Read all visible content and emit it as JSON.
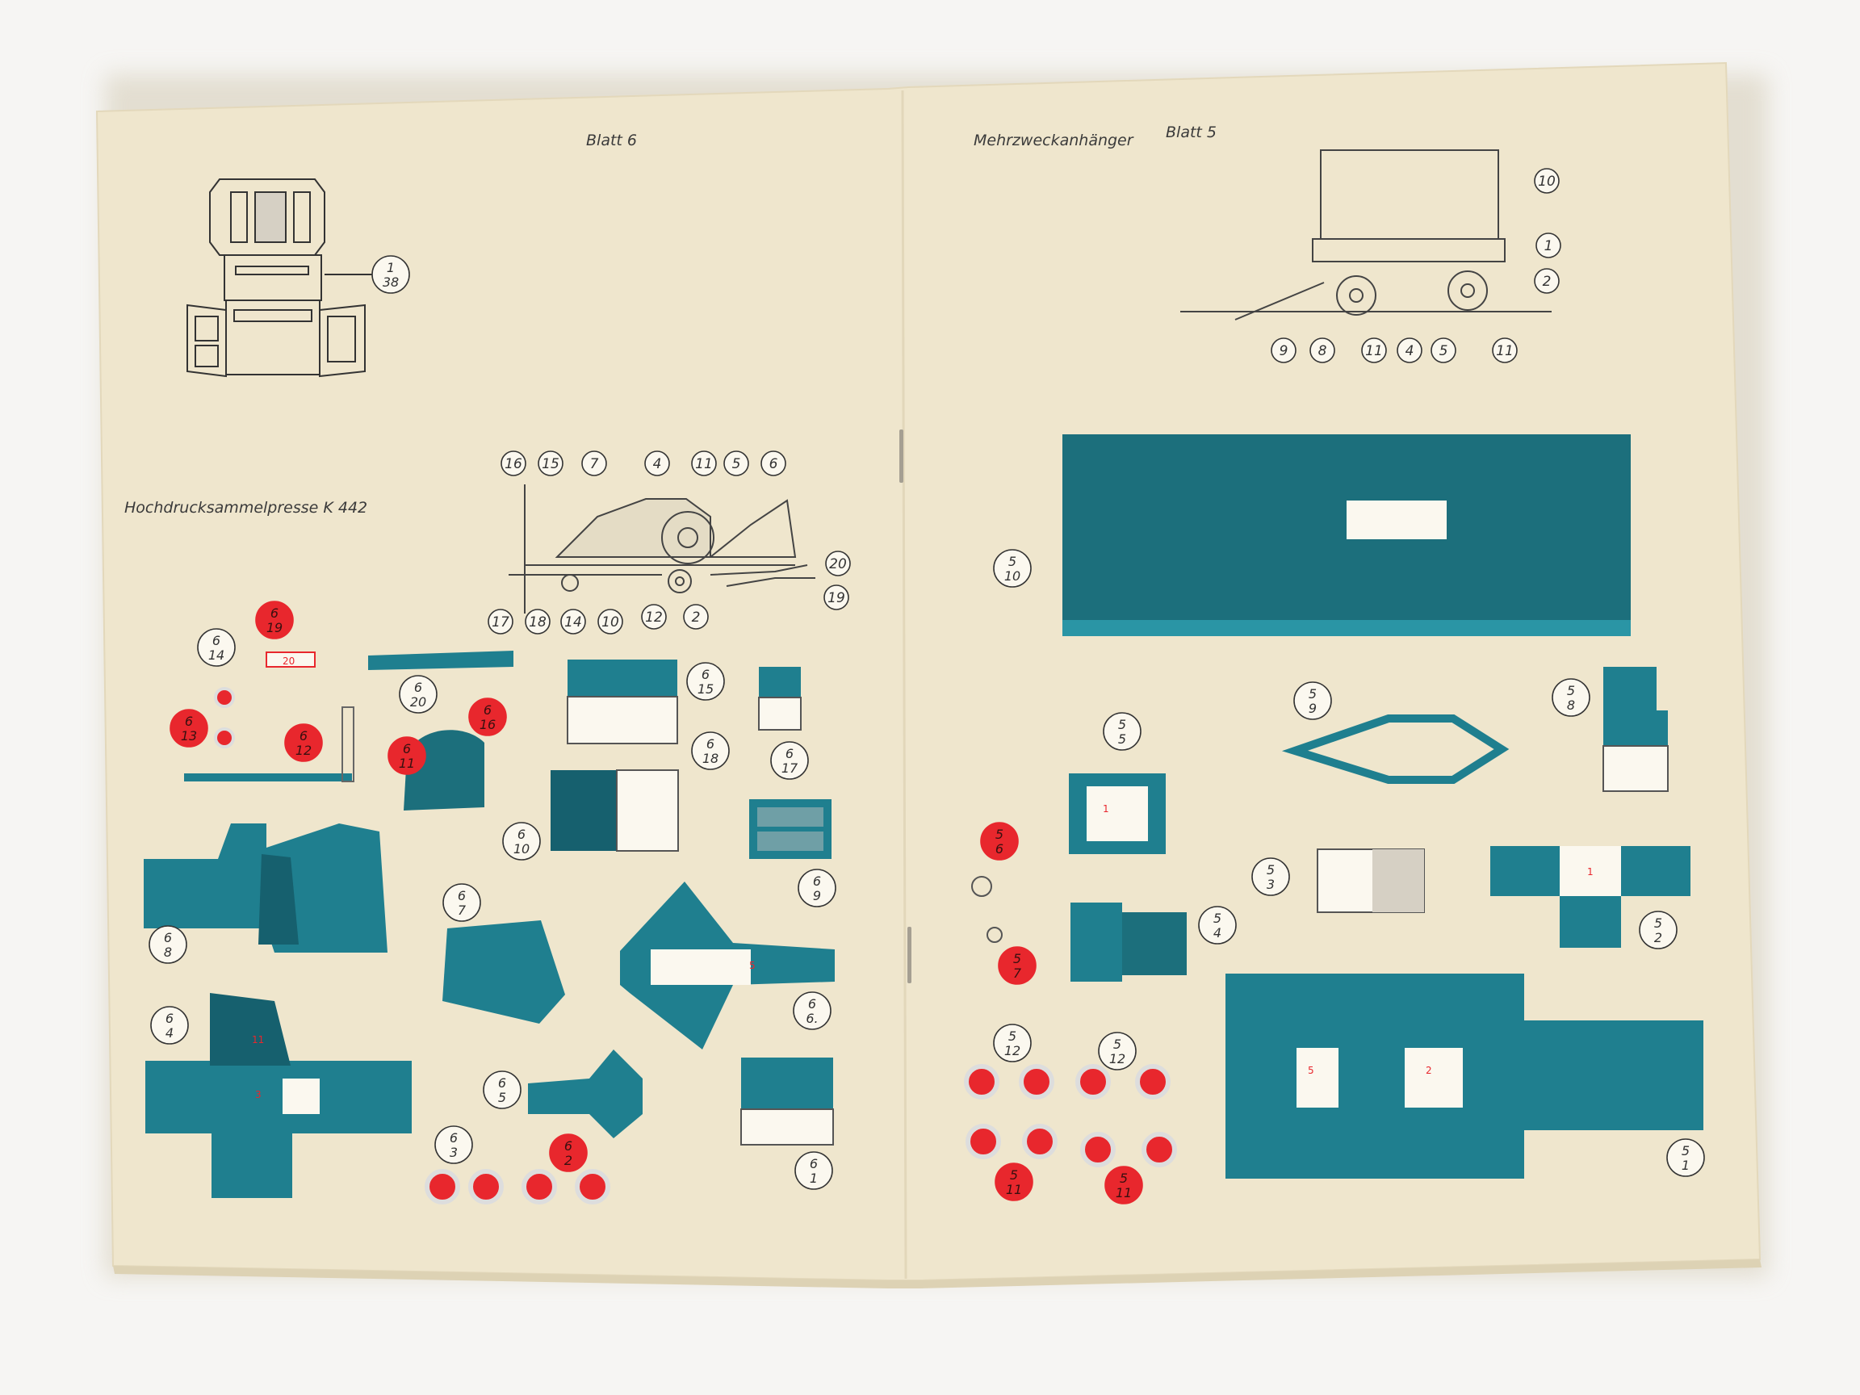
{
  "left_page": {
    "sheet_label": "Blatt 6",
    "model_title": "Hochdrucksammelpresse K 442",
    "assembly_callouts": [
      "16",
      "15",
      "7",
      "4",
      "11",
      "5",
      "6",
      "20",
      "19",
      "17",
      "18",
      "14",
      "10",
      "12",
      "2"
    ],
    "cab_callout": [
      "1",
      "38"
    ],
    "part_numbers": [
      [
        "6",
        "19"
      ],
      [
        "6",
        "14"
      ],
      [
        "6",
        "13"
      ],
      [
        "6",
        "12"
      ],
      [
        "6",
        "20"
      ],
      [
        "6",
        "16"
      ],
      [
        "6",
        "11"
      ],
      [
        "6",
        "15"
      ],
      [
        "6",
        "18"
      ],
      [
        "6",
        "17"
      ],
      [
        "6",
        "10"
      ],
      [
        "6",
        "9"
      ],
      [
        "6",
        "8"
      ],
      [
        "6",
        "7"
      ],
      [
        "6",
        "6."
      ],
      [
        "6",
        "4"
      ],
      [
        "6",
        "5"
      ],
      [
        "6",
        "3"
      ],
      [
        "6",
        "2"
      ],
      [
        "6",
        "1"
      ]
    ],
    "small_marks": {
      "strip_20": "20",
      "wing_11": "11",
      "body_5": "5",
      "body_3": "3"
    }
  },
  "right_page": {
    "model_title": "Mehrzweckanhänger",
    "sheet_label": "Blatt 5",
    "assembly_callouts": [
      "10",
      "1",
      "2",
      "9",
      "8",
      "11",
      "4",
      "5",
      "11"
    ],
    "part_numbers": [
      [
        "5",
        "10"
      ],
      [
        "5",
        "9"
      ],
      [
        "5",
        "8"
      ],
      [
        "5",
        "5"
      ],
      [
        "5",
        "6"
      ],
      [
        "5",
        "3"
      ],
      [
        "5",
        "2"
      ],
      [
        "5",
        "4"
      ],
      [
        "5",
        "7"
      ],
      [
        "5",
        "12"
      ],
      [
        "5",
        "12"
      ],
      [
        "5",
        "11"
      ],
      [
        "5",
        "11"
      ],
      [
        "5",
        "1"
      ]
    ],
    "small_marks": {
      "chassis_1": "1",
      "top_1": "1",
      "bed_5": "5",
      "bed_2": "2"
    }
  },
  "colors": {
    "paper": "#efe6cd",
    "teal": "#1f7f8f",
    "teal_dark": "#16606e",
    "red": "#e8272d",
    "ink": "#333333"
  }
}
